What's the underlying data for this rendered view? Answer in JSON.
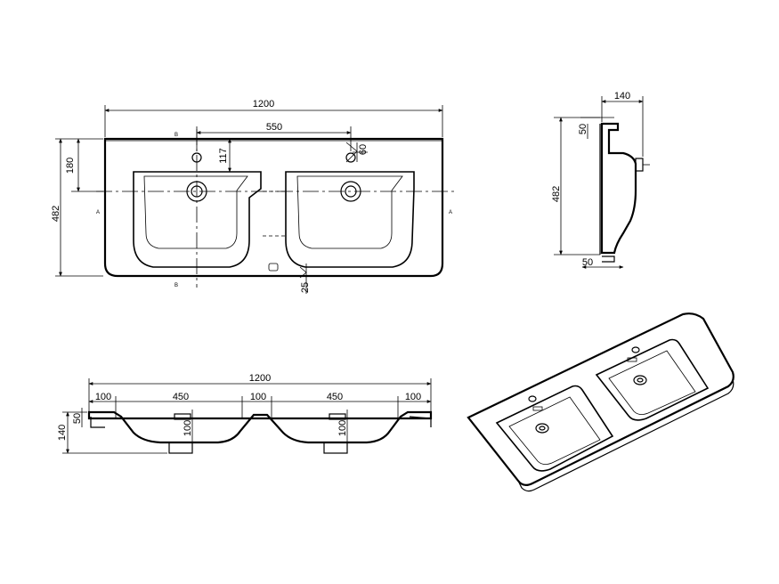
{
  "top_view": {
    "overall_length": "1200",
    "tap_spacing": "550",
    "depth": "482",
    "tap_offset": "180",
    "drain_offset": "117",
    "tap_hole_dia": "60",
    "front_edge": "25",
    "section_b_top": "B",
    "section_b_bottom": "B",
    "section_a_left": "A",
    "section_a_right": "A"
  },
  "side_view": {
    "top_depth": "140",
    "rim_height": "50",
    "total_depth": "482",
    "bottom_offset": "50"
  },
  "front_view": {
    "overall_length": "1200",
    "left_margin": "100",
    "basin_1_width": "450",
    "center_gap": "100",
    "basin_2_width": "450",
    "right_margin": "100",
    "height": "140",
    "rim_height": "50",
    "overflow_1": "100",
    "overflow_2": "100"
  },
  "icons": [
    "basin-drain-icon",
    "tap-hole-icon"
  ]
}
